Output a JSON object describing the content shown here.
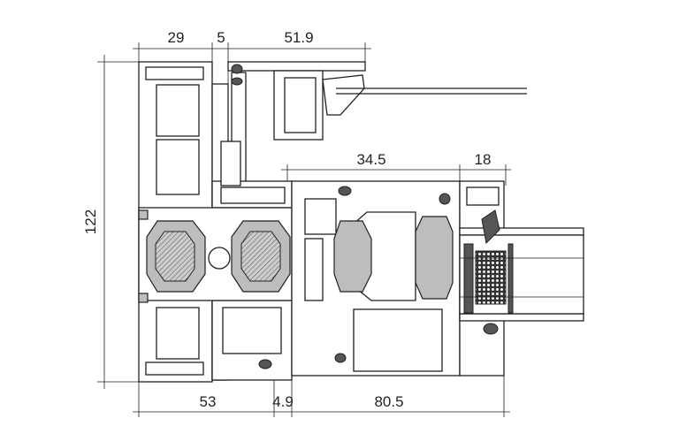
{
  "dimensions": {
    "top": [
      "29",
      "5",
      "51.9"
    ],
    "middle": [
      "34.5",
      "18"
    ],
    "height": "122",
    "bottom": [
      "53",
      "4.9",
      "80.5"
    ]
  },
  "colors": {
    "line": "#231f20",
    "insulation": "#bdbdbd",
    "gasket": "#555555"
  }
}
